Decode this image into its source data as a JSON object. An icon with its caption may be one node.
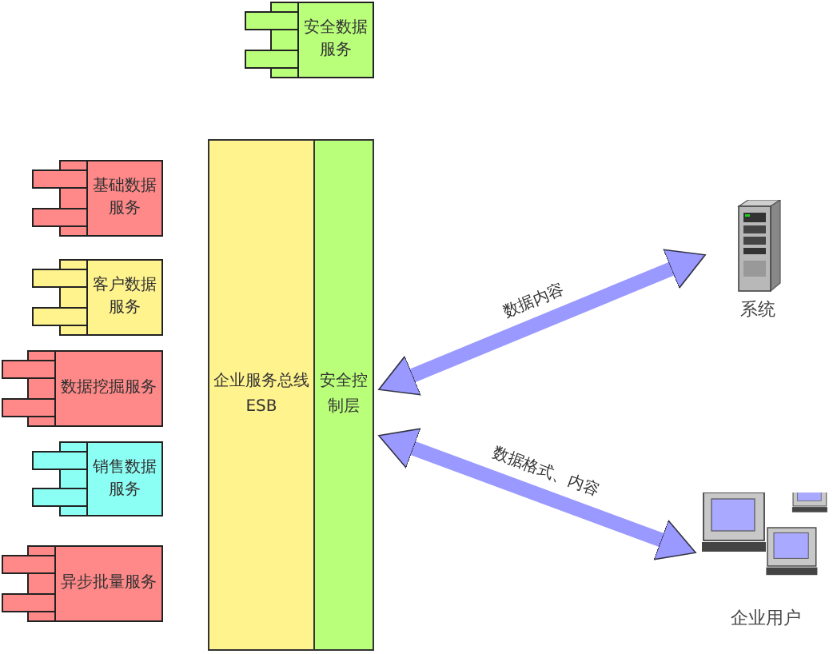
{
  "diagram": {
    "nodes": [
      {
        "text": [
          "安全数据服务"
        ]
      },
      {
        "text": [
          "基础数据服务"
        ]
      },
      {
        "text": [
          "客户数据服务"
        ]
      },
      {
        "text": [
          "数据挖掘服务"
        ]
      },
      {
        "text": [
          "销售数据服务"
        ]
      },
      {
        "text": [
          "异步批量服务"
        ]
      },
      {
        "text": [
          "企业服务总线ESB"
        ]
      },
      {
        "text": [
          "安全控制层"
        ]
      },
      {
        "text": [],
        "shape": "picture",
        "beside": [
          "系统"
        ]
      },
      {
        "text": [],
        "shape": "picture",
        "beside": [
          "企业用户"
        ]
      }
    ],
    "edges": [
      {
        "from": 7,
        "to": 8,
        "arrow": "both",
        "label": "数据内容"
      },
      {
        "from": 7,
        "to": 9,
        "arrow": "both",
        "label": "数据格式、内容"
      }
    ]
  }
}
